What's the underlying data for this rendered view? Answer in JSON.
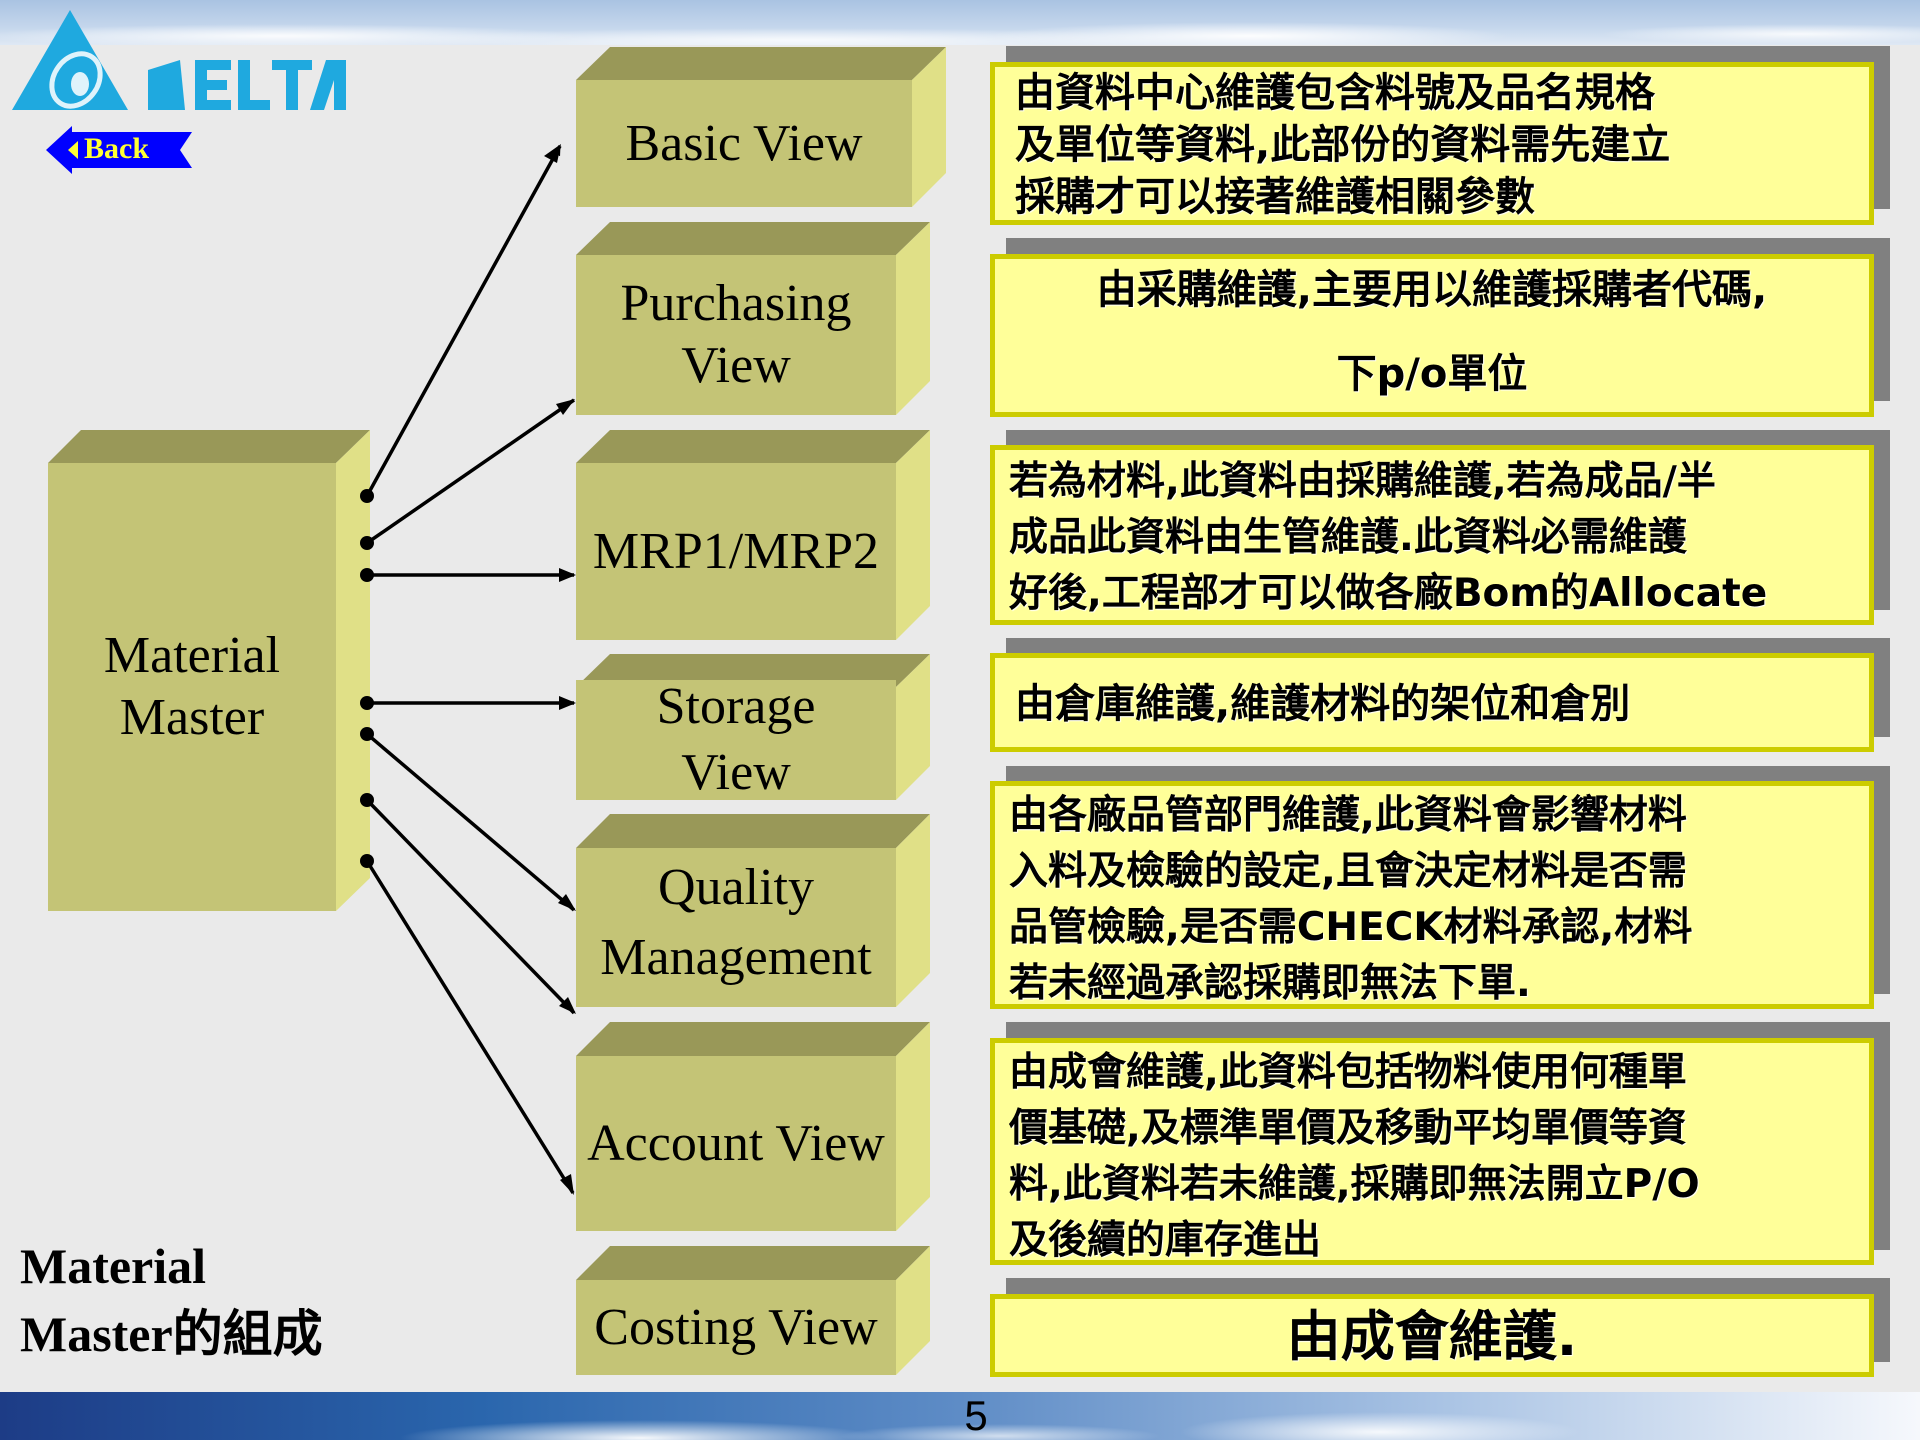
{
  "brand": {
    "logo_text": "DELTA",
    "logo_color": "#1fa9df"
  },
  "nav": {
    "back_label": "Back",
    "back_color": "#0000ff",
    "back_text_color": "#ffff33"
  },
  "root": {
    "label": "Material\nMaster"
  },
  "views": [
    {
      "id": "basic",
      "label": "Basic View"
    },
    {
      "id": "purchasing",
      "label": "Purchasing\nView"
    },
    {
      "id": "mrp",
      "label": "MRP1/MRP2"
    },
    {
      "id": "storage",
      "label": "Storage\nView"
    },
    {
      "id": "quality",
      "label": "Quality\nManagement"
    },
    {
      "id": "account",
      "label": "Account View"
    },
    {
      "id": "costing",
      "label": "Costing View"
    }
  ],
  "notes": [
    {
      "id": "basic",
      "text": "由資料中心維護包含料號及品名規格\n及單位等資料,此部份的資料需先建立\n採購才可以接著維護相關參數"
    },
    {
      "id": "purchasing",
      "text": "由采購維護,主要用以維護採購者代碼,\n\n下p/o單位"
    },
    {
      "id": "mrp",
      "text": "若為材料,此資料由採購維護,若為成品/半\n成品此資料由生管維護.此資料必需維護\n好後,工程部才可以做各廠Bom的Allocate"
    },
    {
      "id": "storage",
      "text": "由倉庫維護,維護材料的架位和倉別"
    },
    {
      "id": "quality",
      "text": "由各廠品管部門維護,此資料會影響材料\n入料及檢驗的設定,且會決定材料是否需\n品管檢驗,是否需CHECK材料承認,材料\n若未經過承認採購即無法下單."
    },
    {
      "id": "account",
      "text": "由成會維護,此資料包括物料使用何種單\n價基礎,及標準單價及移動平均單價等資\n料,此資料若未維護,採購即無法開立P/O\n及後續的庫存進出"
    },
    {
      "id": "costing",
      "text": "由成會維護."
    }
  ],
  "slide_title": "Material\nMaster的組成",
  "page_number": "5",
  "colors": {
    "box_front": "#c4c476",
    "box_top": "#999858",
    "box_side": "#e0e087",
    "note_fill": "#ffff99",
    "note_border": "#cccc00",
    "note_shadow": "#808080",
    "background": "#eaeaea"
  }
}
